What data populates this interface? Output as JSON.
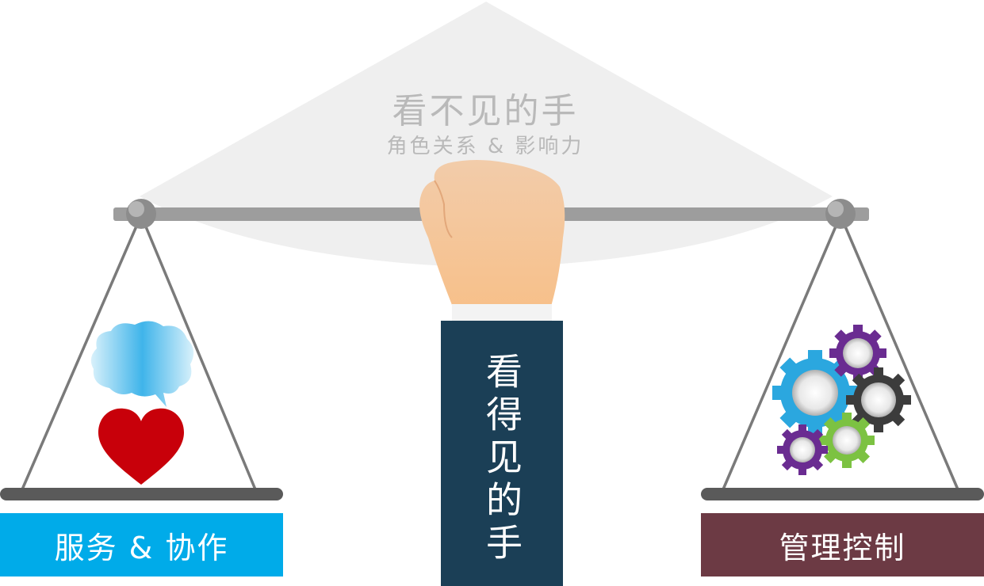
{
  "invisible_hand": {
    "title": "看不见的手",
    "subtitle": "角色关系 & 影响力"
  },
  "visible_hand": {
    "label": "看得见的手"
  },
  "left_pan": {
    "label": "服务 & 协作",
    "icons": [
      "brain-speech-bubble-icon",
      "heart-icon"
    ]
  },
  "right_pan": {
    "label": "管理控制",
    "icons": [
      "gears-icon"
    ]
  },
  "colors": {
    "left_label_bg": "#00abe9",
    "right_label_bg": "#6c3a44",
    "sleeve_bg": "#1b3f56",
    "beam": "#9d9d9d",
    "pan": "#5a5a5a",
    "skin": "#f5c89a",
    "heart": "#c8000a",
    "brain": "#6fc8ef",
    "gear_blue": "#2ba7df",
    "gear_purple": "#6a2c91",
    "gear_dark": "#3c3c3c",
    "gear_green": "#7cc242"
  }
}
